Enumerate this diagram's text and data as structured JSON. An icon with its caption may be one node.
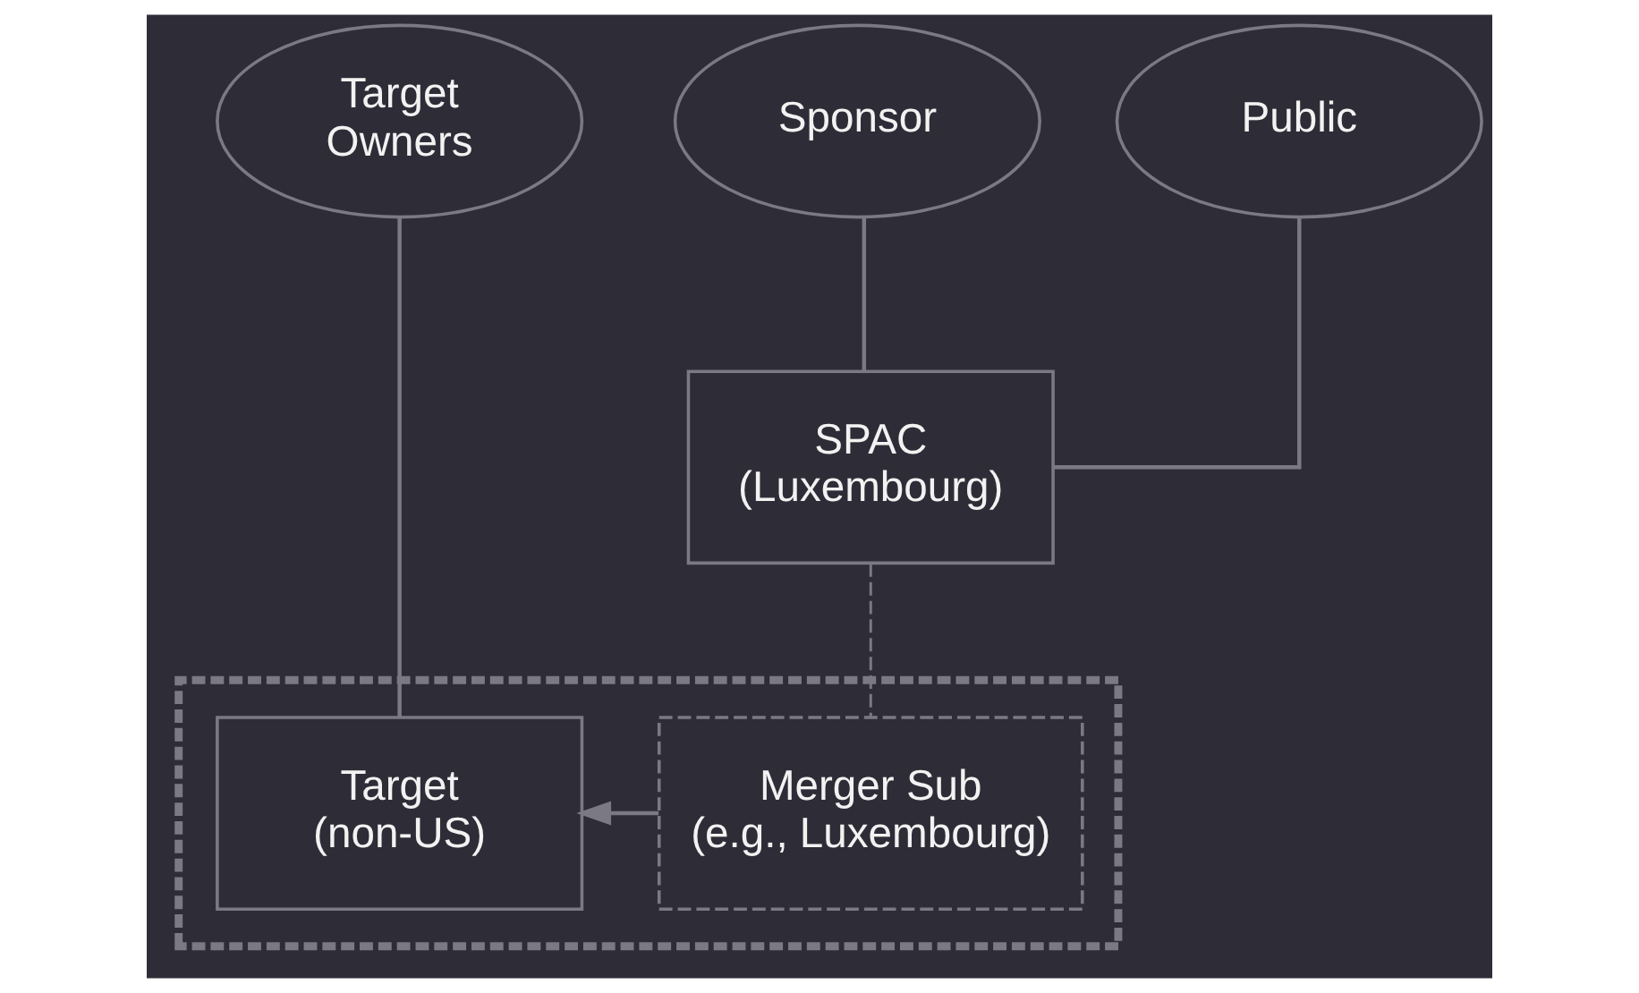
{
  "diagram": {
    "nodes": [
      {
        "text": [
          "Target Owners"
        ]
      },
      {
        "text": [
          "Sponsor"
        ]
      },
      {
        "text": [
          "Public"
        ]
      },
      {
        "text": [
          "SPAC (Luxembourg)"
        ]
      },
      {
        "text": [],
        "shape": "box"
      },
      {
        "text": [
          "Target (non-US)"
        ],
        "in": 4
      },
      {
        "text": [
          "Merger Sub (e.g., Luxembourg)"
        ],
        "in": 4
      }
    ],
    "edges": [
      {
        "from": 0,
        "to": 5,
        "arrow": "none"
      },
      {
        "from": 1,
        "to": 3,
        "arrow": "none"
      },
      {
        "from": 2,
        "to": 3,
        "arrow": "none"
      },
      {
        "from": 3,
        "to": 6,
        "arrow": "none",
        "style": "dashed"
      },
      {
        "from": 6,
        "to": 5,
        "arrow": "to"
      }
    ]
  }
}
